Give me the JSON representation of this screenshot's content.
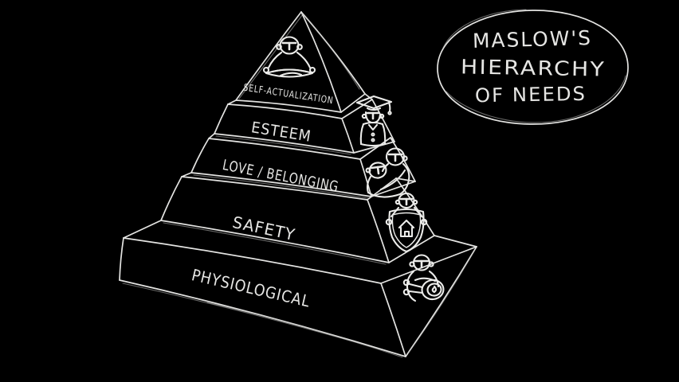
{
  "scene": {
    "description": "Hand-drawn blackboard sketch of Maslow's Hierarchy of Needs pyramid",
    "background_color": "#000000",
    "stroke_color": "#e4e4e2"
  },
  "title_bubble": {
    "line1": "MASLOW'S",
    "line2": "HIERARCHY",
    "line3": "OF NEEDS"
  },
  "pyramid": {
    "levels": [
      {
        "rank": 1,
        "label": "SELF-ACTUALIZATION",
        "icon": "meditating-person-icon"
      },
      {
        "rank": 2,
        "label": "ESTEEM",
        "icon": "graduate-person-icon"
      },
      {
        "rank": 3,
        "label": "LOVE / BELONGING",
        "icon": "hugging-couple-icon"
      },
      {
        "rank": 4,
        "label": "SAFETY",
        "icon": "person-holding-shield-with-house-icon"
      },
      {
        "rank": 5,
        "label": "PHYSIOLOGICAL",
        "icon": "person-holding-meat-icon"
      }
    ]
  }
}
